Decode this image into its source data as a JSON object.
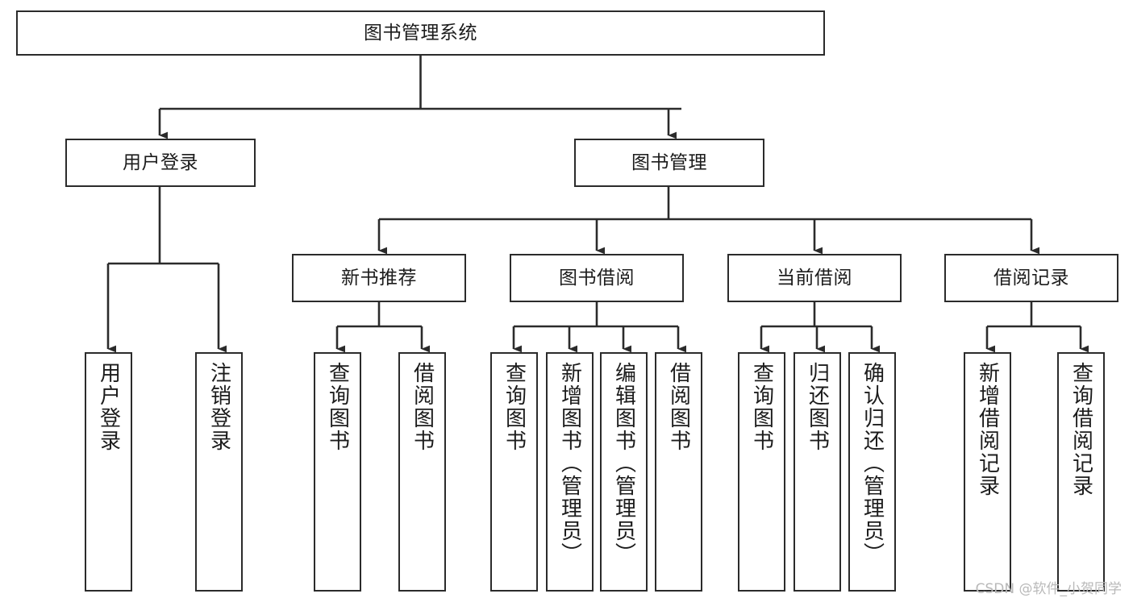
{
  "diagram": {
    "type": "tree-hierarchy",
    "title": "图书管理系统",
    "orientation": "top-down",
    "colors": {
      "node_border": "#2b2b2b",
      "node_fill": "#ffffff",
      "edge": "#2b2b2b",
      "text": "#1c1c1c",
      "watermark": "#b9b9b9",
      "background": "#ffffff"
    },
    "root": {
      "id": "root",
      "label": "图书管理系统"
    },
    "level1": [
      {
        "id": "n-user-login",
        "label": "用户登录"
      },
      {
        "id": "n-book-admin",
        "label": "图书管理"
      }
    ],
    "level2": [
      {
        "id": "n-new-book-rec",
        "label": "新书推荐",
        "parent": "n-book-admin"
      },
      {
        "id": "n-book-borrow",
        "label": "图书借阅",
        "parent": "n-book-admin"
      },
      {
        "id": "n-current-borrow",
        "label": "当前借阅",
        "parent": "n-book-admin"
      },
      {
        "id": "n-borrow-record",
        "label": "借阅记录",
        "parent": "n-book-admin"
      }
    ],
    "leaves": [
      {
        "id": "leaf-user-login",
        "label": "用户登录",
        "parent": "n-user-login"
      },
      {
        "id": "leaf-logout-login",
        "label": "注销登录",
        "parent": "n-user-login"
      },
      {
        "id": "leaf-query-book-1",
        "label": "查询图书",
        "parent": "n-new-book-rec"
      },
      {
        "id": "leaf-borrow-book-1",
        "label": "借阅图书",
        "parent": "n-new-book-rec"
      },
      {
        "id": "leaf-query-book-2",
        "label": "查询图书",
        "parent": "n-book-borrow"
      },
      {
        "id": "leaf-add-book",
        "label": "新增图书（管理员）",
        "parent": "n-book-borrow"
      },
      {
        "id": "leaf-edit-book",
        "label": "编辑图书（管理员）",
        "parent": "n-book-borrow"
      },
      {
        "id": "leaf-borrow-book-2",
        "label": "借阅图书",
        "parent": "n-book-borrow"
      },
      {
        "id": "leaf-query-book-3",
        "label": "查询图书",
        "parent": "n-current-borrow"
      },
      {
        "id": "leaf-return-book",
        "label": "归还图书",
        "parent": "n-current-borrow"
      },
      {
        "id": "leaf-confirm-return",
        "label": "确认归还（管理员）",
        "parent": "n-current-borrow"
      },
      {
        "id": "leaf-add-record",
        "label": "新增借阅记录",
        "parent": "n-borrow-record"
      },
      {
        "id": "leaf-query-record",
        "label": "查询借阅记录",
        "parent": "n-borrow-record"
      }
    ]
  },
  "watermark": {
    "text": "CSDN @软件_小贺同学"
  }
}
